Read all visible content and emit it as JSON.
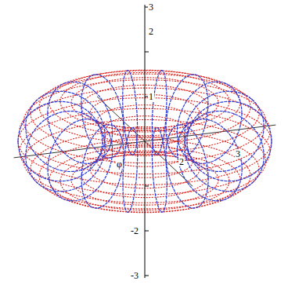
{
  "diagram": {
    "labels": [
      "3",
      "2",
      "1",
      "-2",
      "-3",
      "2",
      "3",
      "φ"
    ]
  }
}
